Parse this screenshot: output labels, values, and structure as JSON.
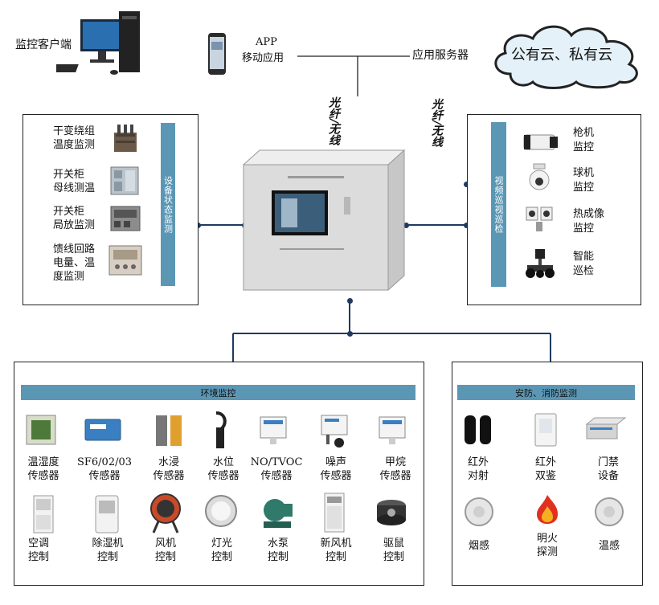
{
  "top": {
    "client": "监控客户端",
    "app_line1": "APP",
    "app_line2": "移动应用",
    "server": "应用服务器",
    "cloud": "公有云、私有云",
    "link_left": "光纤/无线",
    "link_right": "光纤/无线"
  },
  "left_panel": {
    "bar": "设备状态监测",
    "items": [
      {
        "l1": "干变绕组",
        "l2": "温度监测",
        "l3": ""
      },
      {
        "l1": "开关柜",
        "l2": "母线测温",
        "l3": ""
      },
      {
        "l1": "开关柜",
        "l2": "局放监测",
        "l3": ""
      },
      {
        "l1": "馈线回路",
        "l2": "电量、温",
        "l3": "度监测"
      }
    ]
  },
  "right_panel": {
    "bar": "视频巡视巡检",
    "items": [
      {
        "l1": "枪机",
        "l2": "监控"
      },
      {
        "l1": "球机",
        "l2": "监控"
      },
      {
        "l1": "热成像",
        "l2": "监控"
      },
      {
        "l1": "智能",
        "l2": "巡检"
      }
    ]
  },
  "env_panel": {
    "bar": "环境监控",
    "row1": [
      {
        "l1": "温湿度",
        "l2": "传感器"
      },
      {
        "l1": "SF6/02/03",
        "l2": "传感器"
      },
      {
        "l1": "水浸",
        "l2": "传感器"
      },
      {
        "l1": "水位",
        "l2": "传感器"
      },
      {
        "l1": "NO/TVOC",
        "l2": "传感器"
      },
      {
        "l1": "噪声",
        "l2": "传感器"
      },
      {
        "l1": "甲烷",
        "l2": "传感器"
      }
    ],
    "row2": [
      {
        "l1": "空调",
        "l2": "控制"
      },
      {
        "l1": "除湿机",
        "l2": "控制"
      },
      {
        "l1": "风机",
        "l2": "控制"
      },
      {
        "l1": "灯光",
        "l2": "控制"
      },
      {
        "l1": "水泵",
        "l2": "控制"
      },
      {
        "l1": "新风机",
        "l2": "控制"
      },
      {
        "l1": "驱鼠",
        "l2": "控制"
      }
    ]
  },
  "security_panel": {
    "bar": "安防、消防监测",
    "row1": [
      {
        "l1": "红外",
        "l2": "对射"
      },
      {
        "l1": "红外",
        "l2": "双鉴"
      },
      {
        "l1": "门禁",
        "l2": "设备"
      }
    ],
    "row2": [
      {
        "l1": "烟感",
        "l2": ""
      },
      {
        "l1": "明火",
        "l2": "探测"
      },
      {
        "l1": "温感",
        "l2": ""
      }
    ]
  },
  "colors": {
    "bar": "#5b97b5",
    "line": "#1e3a5f",
    "cabinet": "#d9d9d9"
  }
}
